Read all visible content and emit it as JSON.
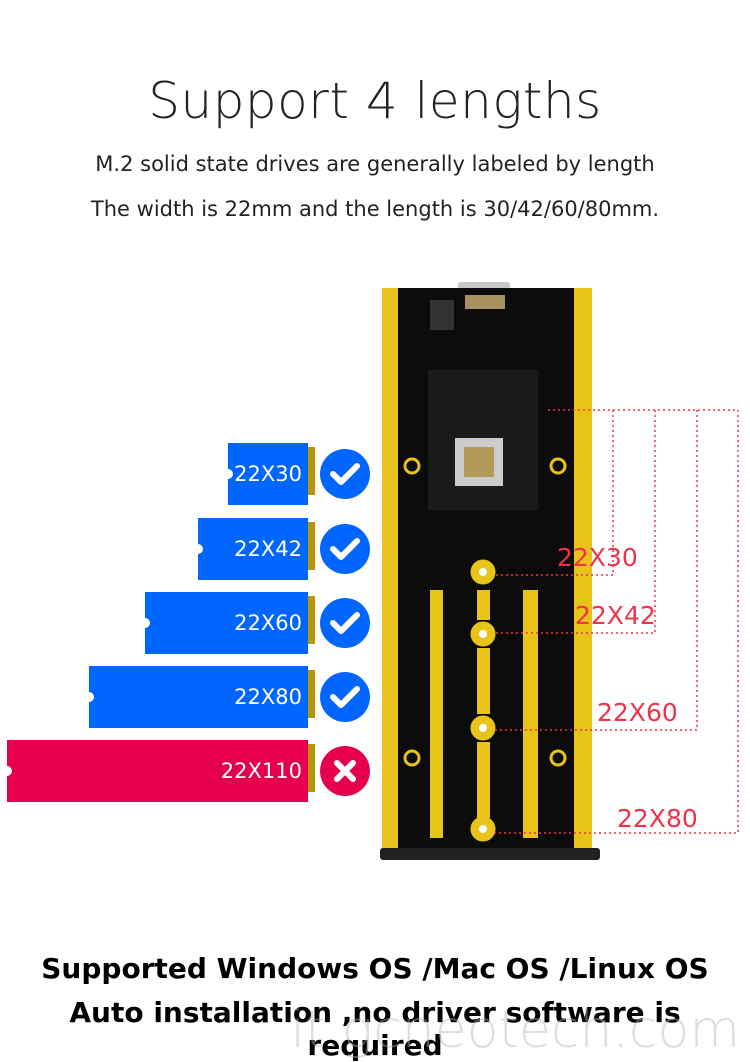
{
  "header": {
    "title": "Support 4 lengths",
    "line1": "M.2 solid state drives are generally labeled by length",
    "line2": "The width is 22mm and the length is 30/42/60/80mm."
  },
  "drives": [
    {
      "label": "22X30",
      "supported": true,
      "icon": "check-icon"
    },
    {
      "label": "22X42",
      "supported": true,
      "icon": "check-icon"
    },
    {
      "label": "22X60",
      "supported": true,
      "icon": "check-icon"
    },
    {
      "label": "22X80",
      "supported": true,
      "icon": "check-icon"
    },
    {
      "label": "22X110",
      "supported": false,
      "icon": "x-icon"
    }
  ],
  "board_labels": [
    "22X30",
    "22X42",
    "22X60",
    "22X80"
  ],
  "footer": {
    "line1": "Supported Windows OS /Mac OS /Linux OS",
    "line2": "Auto installation ,no driver software is required"
  },
  "watermark": "it.gcneotech.com",
  "colors": {
    "supported": "#0066ff",
    "unsupported": "#e6004c",
    "measure": "#f0334a",
    "gold": "#e8c41a"
  }
}
